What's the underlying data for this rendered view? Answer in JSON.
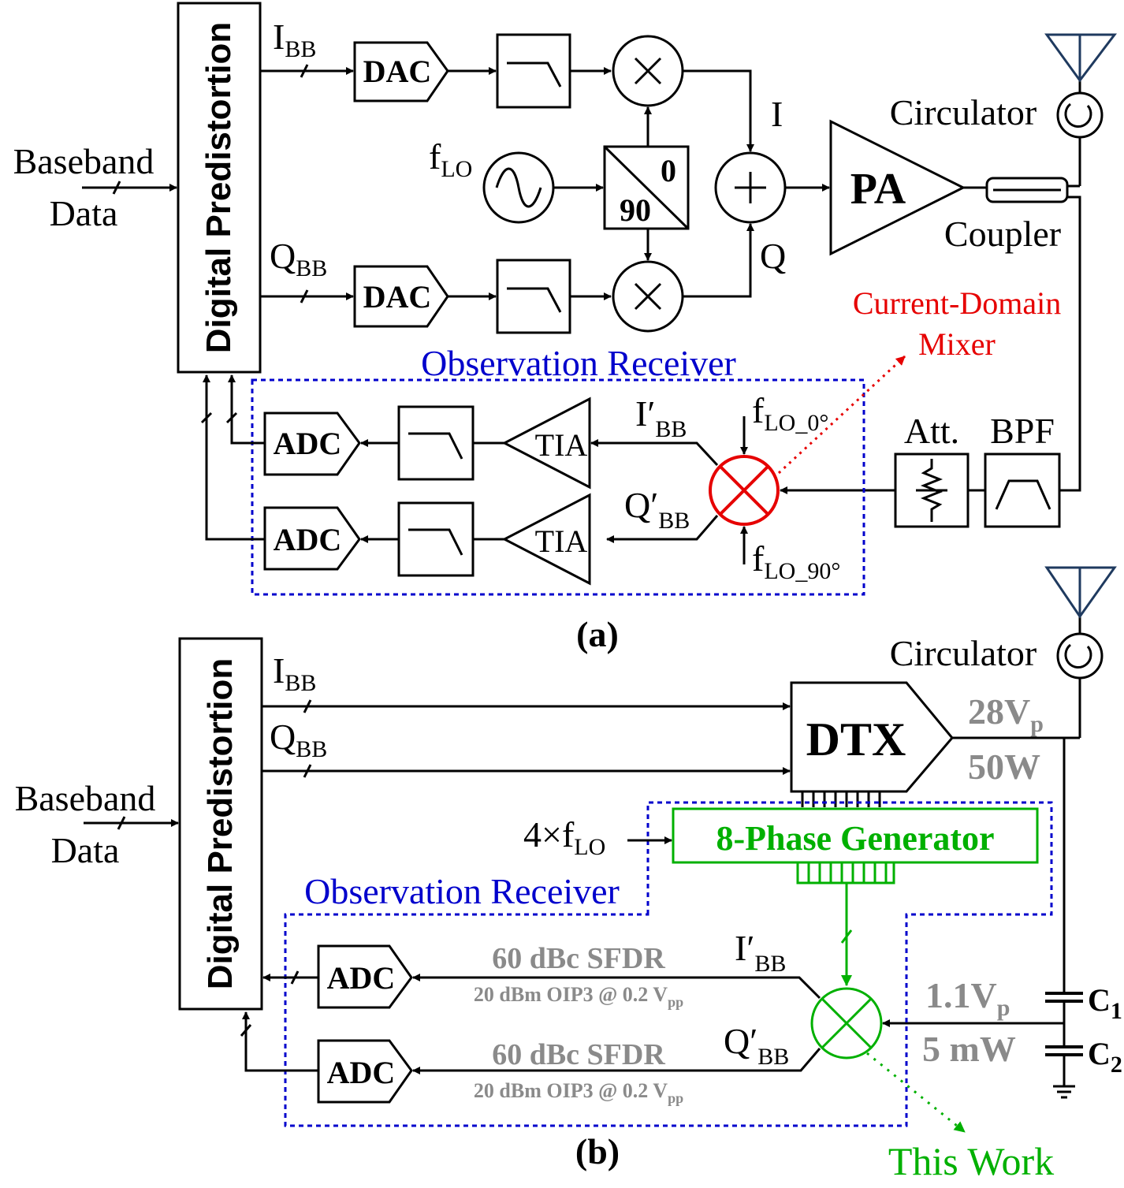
{
  "panel_a": {
    "caption": "(a)",
    "dpd_label": "Digital Predistortion",
    "input_label_1": "Baseband",
    "input_label_2": "Data",
    "i_bb": {
      "main": "I",
      "sub": "BB"
    },
    "q_bb": {
      "main": "Q",
      "sub": "BB"
    },
    "dac_label": "DAC",
    "lo": {
      "main": "f",
      "sub": "LO"
    },
    "phase_0": "0",
    "phase_90": "90",
    "i_label": "I",
    "q_label": "Q",
    "pa_label": "PA",
    "circulator_label": "Circulator",
    "coupler_label": "Coupler",
    "mixer_note_1": "Current-Domain",
    "mixer_note_2": "Mixer",
    "obs_rx_label": "Observation Receiver",
    "att_label": "Att.",
    "bpf_label": "BPF",
    "tia_label": "TIA",
    "adc_label": "ADC",
    "i_bb_prime": {
      "main": "I",
      "prime": "′",
      "sub": "BB"
    },
    "q_bb_prime": {
      "main": "Q",
      "prime": "′",
      "sub": "BB"
    },
    "lo_0": {
      "main": "f",
      "sub": "LO_0°"
    },
    "lo_90": {
      "main": "f",
      "sub": "LO_90°"
    }
  },
  "panel_b": {
    "caption": "(b)",
    "dpd_label": "Digital Predistortion",
    "input_label_1": "Baseband",
    "input_label_2": "Data",
    "i_bb": {
      "main": "I",
      "sub": "BB"
    },
    "q_bb": {
      "main": "Q",
      "sub": "BB"
    },
    "dtx_label": "DTX",
    "voltage": {
      "main": "28V",
      "sub": "p"
    },
    "power": "50W",
    "circulator_label": "Circulator",
    "lo4x": {
      "main": "4×f",
      "sub": "LO"
    },
    "phase_gen_label": "8-Phase Generator",
    "obs_rx_label": "Observation Receiver",
    "i_bb_prime": {
      "main": "I",
      "prime": "′",
      "sub": "BB"
    },
    "q_bb_prime": {
      "main": "Q",
      "prime": "′",
      "sub": "BB"
    },
    "adc_label": "ADC",
    "sfdr_label": "60 dBc SFDR",
    "oip3_label": {
      "main": "20 dBm OIP3 @ 0.2 V",
      "sub": "pp"
    },
    "tap_voltage": {
      "main": "1.1V",
      "sub": "p"
    },
    "tap_power": "5 mW",
    "c1": {
      "main": "C",
      "sub": "1"
    },
    "c2": {
      "main": "C",
      "sub": "2"
    },
    "this_work": "This Work"
  },
  "colors": {
    "observation_receiver": "#0000cc",
    "current_domain_mixer": "#e60000",
    "this_work": "#00b000",
    "annotation_gray": "#8a8a8a",
    "antenna": "#1f3a5f"
  }
}
